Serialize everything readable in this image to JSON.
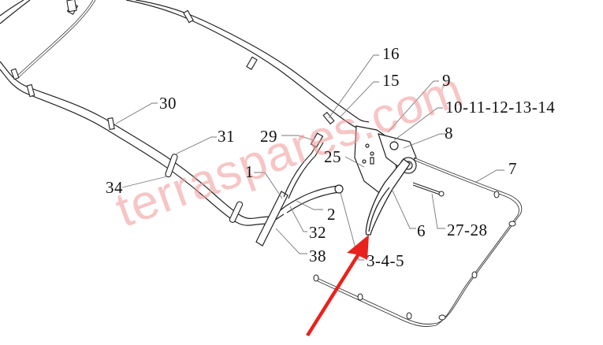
{
  "diagram": {
    "type": "exploded-parts-diagram",
    "subject": "handlebar assembly with cables and levers",
    "watermark": "terraspares.com",
    "colors": {
      "line": "#222222",
      "leader": "#777777",
      "watermark": "#f09696",
      "arrow": "#e8221c",
      "background": "#ffffff"
    },
    "callouts": [
      {
        "id": "c16",
        "label": "16"
      },
      {
        "id": "c15",
        "label": "15"
      },
      {
        "id": "c9",
        "label": "9"
      },
      {
        "id": "c10",
        "label": "10-11-12-13-14"
      },
      {
        "id": "c8",
        "label": "8"
      },
      {
        "id": "c7",
        "label": "7"
      },
      {
        "id": "c30",
        "label": "30"
      },
      {
        "id": "c31",
        "label": "31"
      },
      {
        "id": "c29",
        "label": "29"
      },
      {
        "id": "c25",
        "label": "25"
      },
      {
        "id": "c34",
        "label": "34"
      },
      {
        "id": "c1",
        "label": "1"
      },
      {
        "id": "c2",
        "label": "2"
      },
      {
        "id": "c32",
        "label": "32"
      },
      {
        "id": "c38",
        "label": "38"
      },
      {
        "id": "c6",
        "label": "6"
      },
      {
        "id": "c2728",
        "label": "27-28"
      },
      {
        "id": "c345",
        "label": "3-4-5"
      }
    ],
    "highlight_arrow": {
      "points_to": "3-4-5",
      "color": "#e8221c"
    }
  }
}
